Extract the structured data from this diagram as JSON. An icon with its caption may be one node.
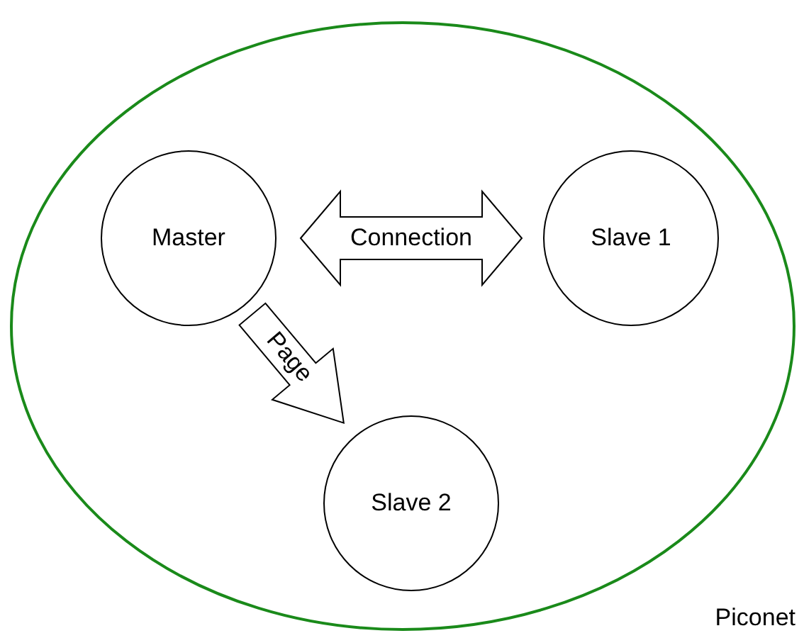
{
  "diagram": {
    "nodes": [
      {
        "text": [
          "Piconet"
        ]
      },
      {
        "text": [
          "Master"
        ],
        "in": 0
      },
      {
        "text": [
          "Slave 1"
        ],
        "in": 0
      },
      {
        "text": [
          "Slave 2"
        ],
        "in": 0
      }
    ],
    "edges": [
      {
        "from": 1,
        "to": 2,
        "arrow": "both",
        "label": "Connection"
      },
      {
        "from": 1,
        "to": 3,
        "arrow": "to",
        "label": "Page"
      }
    ]
  }
}
